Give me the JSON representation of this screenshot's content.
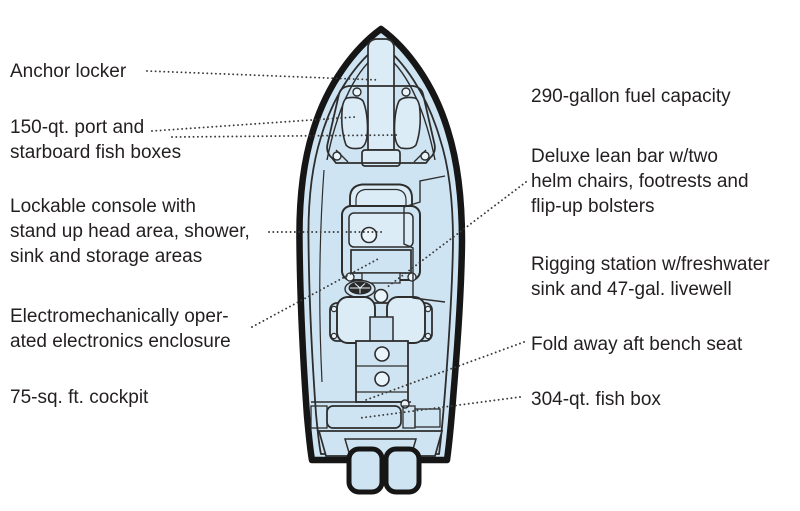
{
  "diagram_type": "boat-deck-plan-callout-diagram",
  "labels": {
    "left": [
      {
        "id": "anchor-locker",
        "text": "Anchor locker"
      },
      {
        "id": "bow-fish-boxes",
        "text": "150-qt. port and\nstarboard fish boxes"
      },
      {
        "id": "lockable-console",
        "text": "Lockable console with\nstand up head area, shower,\nsink and storage areas"
      },
      {
        "id": "electronics-enclosure",
        "text": "Electromechanically oper-\nated electronics enclosure"
      },
      {
        "id": "cockpit",
        "text": "75-sq. ft. cockpit"
      }
    ],
    "right": [
      {
        "id": "fuel-capacity",
        "text": "290-gallon fuel capacity"
      },
      {
        "id": "lean-bar",
        "text": "Deluxe lean bar w/two\nhelm chairs, footrests and\nflip-up bolsters"
      },
      {
        "id": "rigging-station",
        "text": "Rigging station w/freshwater\nsink and 47-gal. livewell"
      },
      {
        "id": "bench-seat",
        "text": "Fold away aft bench seat"
      },
      {
        "id": "aft-fish-box",
        "text": "304-qt. fish box"
      }
    ]
  },
  "colors": {
    "background": "#ffffff",
    "text": "#231f20",
    "hull_fill": "#cfe4f2",
    "raised_fill": "#dbecf7",
    "hatch_fill": "#eaf4fb",
    "outline": "#161616",
    "detail_line": "#2d2d2d",
    "leader": "#3a3a3a",
    "wheel": "#2a2a2a"
  }
}
